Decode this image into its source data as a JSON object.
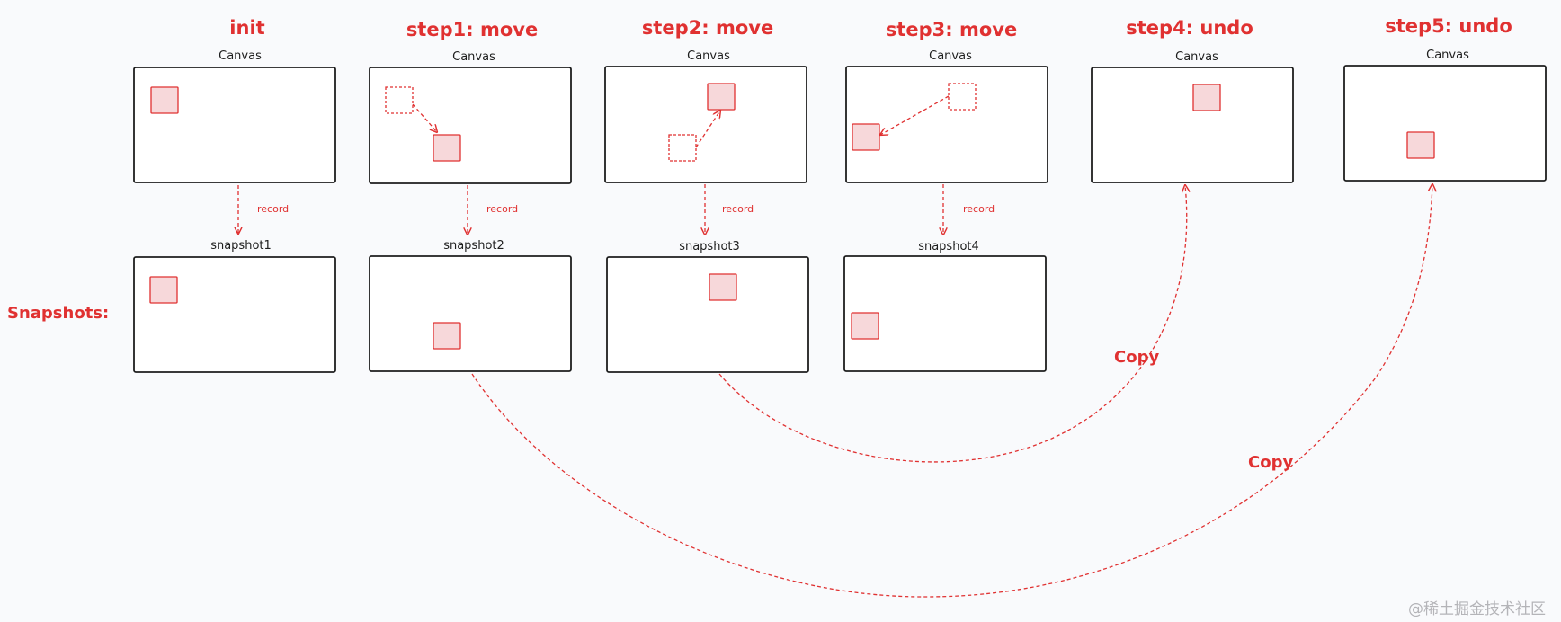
{
  "steps": [
    {
      "title": "init",
      "label": "Canvas"
    },
    {
      "title": "step1: move",
      "label": "Canvas"
    },
    {
      "title": "step2: move",
      "label": "Canvas"
    },
    {
      "title": "step3: move",
      "label": "Canvas"
    },
    {
      "title": "step4: undo",
      "label": "Canvas"
    },
    {
      "title": "step5: undo",
      "label": "Canvas"
    }
  ],
  "snapshots": {
    "row_label": "Snapshots:",
    "items": [
      {
        "label": "snapshot1"
      },
      {
        "label": "snapshot2"
      },
      {
        "label": "snapshot3"
      },
      {
        "label": "snapshot4"
      }
    ]
  },
  "record_label": "record",
  "copy_label": "Copy",
  "watermark": "@稀土掘金技术社区",
  "colors": {
    "accent": "#e03131",
    "fill": "#f7d8da",
    "stroke": "#1e1e1e",
    "background": "#f9fafc"
  }
}
